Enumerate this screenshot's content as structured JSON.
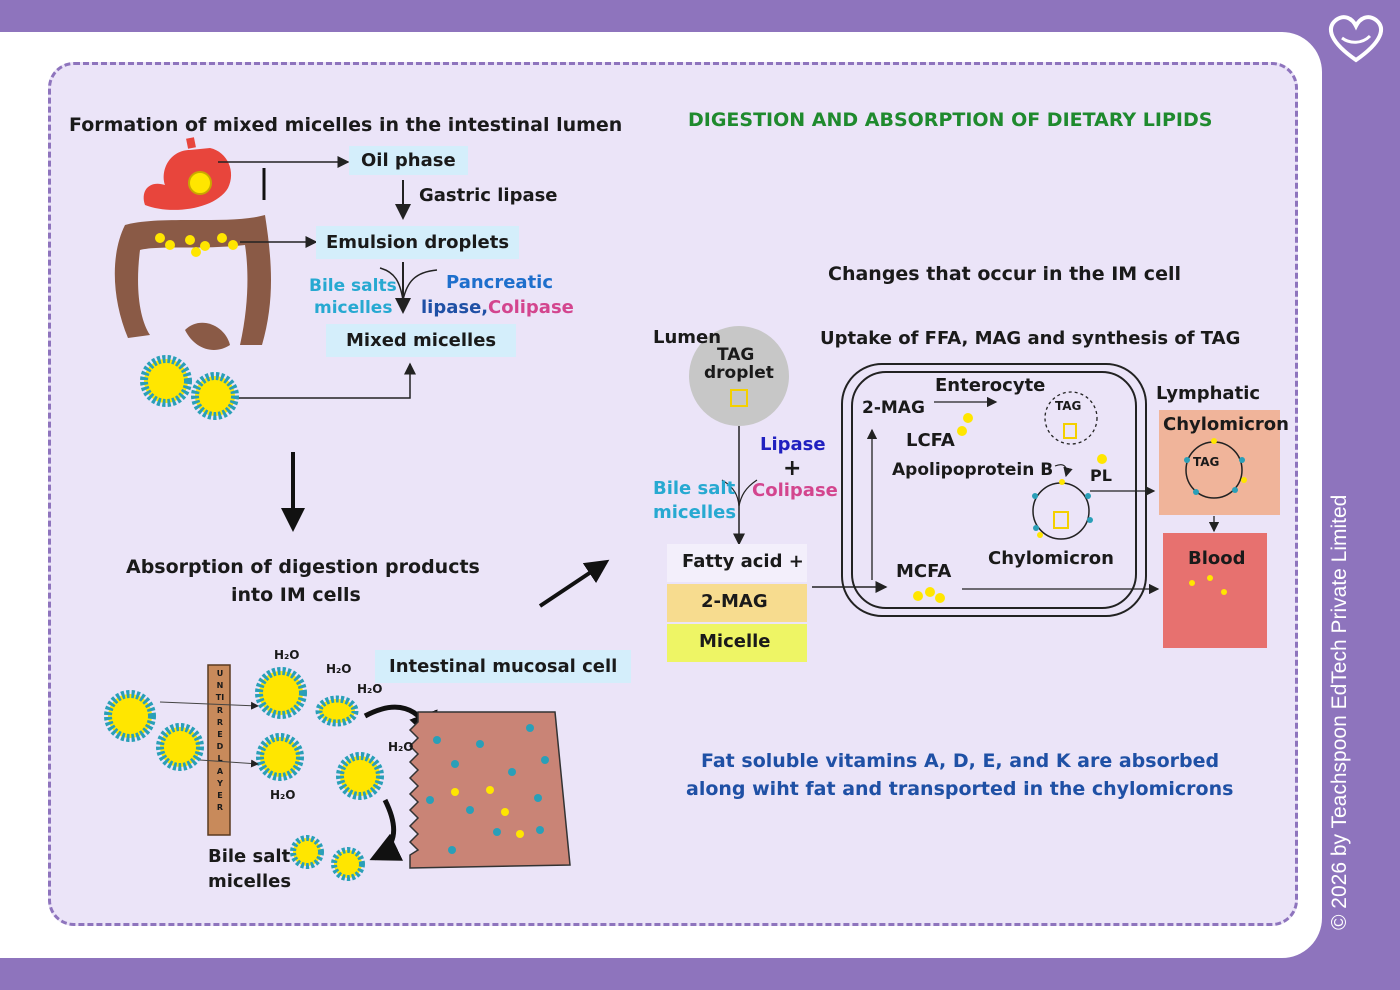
{
  "left": {
    "title": "Formation of mixed micelles in the intestinal lumen",
    "oil_phase": "Oil phase",
    "gastric_lipase": "Gastric lipase",
    "emulsion_droplets": "Emulsion droplets",
    "bile_salts": "Bile salts",
    "micelles": "micelles",
    "pancreatic": "Pancreatic",
    "lipase": "lipase,",
    "colipase": "Colipase",
    "mixed_micelles": "Mixed micelles",
    "absorption_line1": "Absorption of digestion products",
    "absorption_line2": "into IM cells",
    "h2o": "H₂O",
    "unstirred_layer": "UNTIRRED LAYER",
    "intestinal_cell": "Intestinal mucosal cell",
    "bile_salt": "Bile salt",
    "bile_micelles": "micelles"
  },
  "right": {
    "title": "DIGESTION AND ABSORPTION OF DIETARY LIPIDS",
    "changes": "Changes that occur in the IM cell",
    "lumen": "Lumen",
    "tag_droplet_1": "TAG",
    "tag_droplet_2": "droplet",
    "uptake": "Uptake of FFA, MAG and synthesis of TAG",
    "lipase": "Lipase",
    "plus": "+",
    "colipase": "Colipase",
    "bile_salt": "Bile salt",
    "micelles": "micelles",
    "fatty_acid": "Fatty acid +",
    "two_mag": "2-MAG",
    "micelle": "Micelle",
    "enterocyte": "Enterocyte",
    "two_mag_cell": "2-MAG",
    "tag": "TAG",
    "lcfa": "LCFA",
    "apolipoprotein": "Apolipoprotein B",
    "pl": "PL",
    "chylomicron": "Chylomicron",
    "mcfa": "MCFA",
    "lymphatic": "Lymphatic",
    "chylomicron_box": "Chylomicron",
    "tag_box": "TAG",
    "blood": "Blood",
    "vitamins_line1": "Fat soluble vitamins A, D, E, and K are absorbed",
    "vitamins_line2": "along wiht fat and transported in the chylomicrons"
  },
  "footer": {
    "copyright": "© 2026 by Teachspoon EdTech Private Limited"
  },
  "colors": {
    "frame": "#8e74bd",
    "panel": "#ebe4f8",
    "title_green": "#1f8a2e",
    "micelle_yellow": "#ffe600",
    "micelle_teal": "#2a9fb8",
    "blood": "#e7716f",
    "chylomicron_box": "#f0b49a"
  }
}
